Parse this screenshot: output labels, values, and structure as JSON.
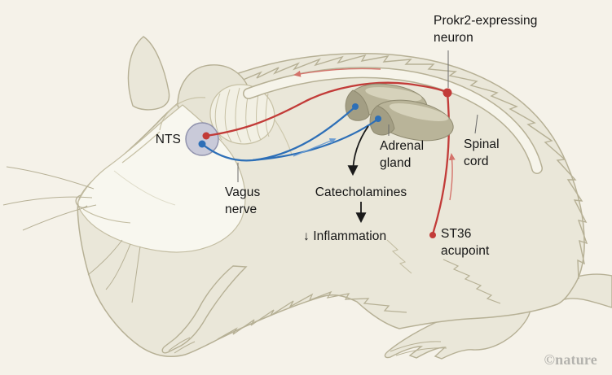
{
  "figure": {
    "type": "scientific-illustration",
    "subject": "mouse acupuncture neural pathway diagram",
    "labels": {
      "prokr2": {
        "text": "Prokr2-expressing\nneuron"
      },
      "nts": {
        "text": "NTS"
      },
      "vagus": {
        "text": "Vagus\nnerve"
      },
      "adrenal": {
        "text": "Adrenal\ngland"
      },
      "catecholamines": {
        "text": "Catecholamines"
      },
      "inflammation": {
        "text": "↓ Inflammation"
      },
      "spinal": {
        "text": "Spinal\ncord"
      },
      "st36": {
        "text": "ST36\nacupoint"
      }
    },
    "pathways": {
      "red_afferent": {
        "color": "#c23b38",
        "route": "ST36 acupoint → Prokr2-expressing neuron → along spinal cord → NTS",
        "arrow_direction": "toward head"
      },
      "blue_efferent": {
        "color": "#2d6fb7",
        "route": "NTS → Vagus nerve → Adrenal gland",
        "arrow_direction": "toward adrenal gland"
      },
      "black_outcome": {
        "color": "#1a1a1a",
        "route": "Adrenal gland → Catecholamines → ↓ Inflammation"
      }
    },
    "colors": {
      "background": "#f5f2e9",
      "mouse_body": "#eae7d9",
      "mouse_face": "#f8f7ef",
      "outline": "#b6b095",
      "spinal_cord_band": "#f6f4ea",
      "nts_fill": "#c9cad9",
      "nts_stroke": "#9193ad",
      "adrenal_fill": "#b9b499",
      "adrenal_cap": "#a39e84",
      "red": "#c23b38",
      "red_light_arrow": "#d4736b",
      "blue": "#2d6fb7",
      "blue_light_arrow": "#6f9ed1",
      "text": "#151515",
      "watermark": "#b4b3ae"
    }
  },
  "watermark": {
    "text": "©nature"
  }
}
